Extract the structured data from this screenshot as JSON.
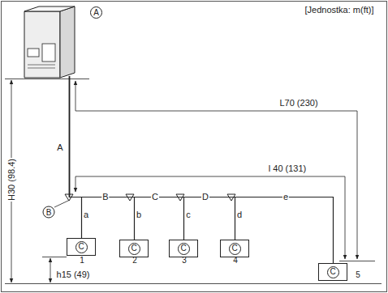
{
  "diagram": {
    "nodes": [
      {
        "text": [
          "A"
        ]
      },
      {
        "text": [
          "C",
          "1"
        ]
      },
      {
        "text": [
          "C",
          "2"
        ]
      },
      {
        "text": [
          "C",
          "3"
        ]
      },
      {
        "text": [
          "C",
          "4"
        ]
      },
      {
        "text": [
          "C",
          "5"
        ]
      }
    ],
    "edges": [
      {
        "from": 0,
        "to": 1,
        "arrow": "none"
      },
      {
        "from": 0,
        "to": 2,
        "arrow": "none"
      },
      {
        "from": 0,
        "to": 3,
        "arrow": "none"
      },
      {
        "from": 0,
        "to": 4,
        "arrow": "none"
      },
      {
        "from": 0,
        "to": 5,
        "arrow": "none"
      }
    ],
    "labels": [
      "[Jednostka: m(ft)]",
      "H30 (98.4)",
      "L70 (230)",
      "l 40 (131)",
      "h15 (49)",
      "A",
      "B",
      "C",
      "D",
      "e",
      "a",
      "b",
      "c",
      "d",
      "B"
    ]
  }
}
